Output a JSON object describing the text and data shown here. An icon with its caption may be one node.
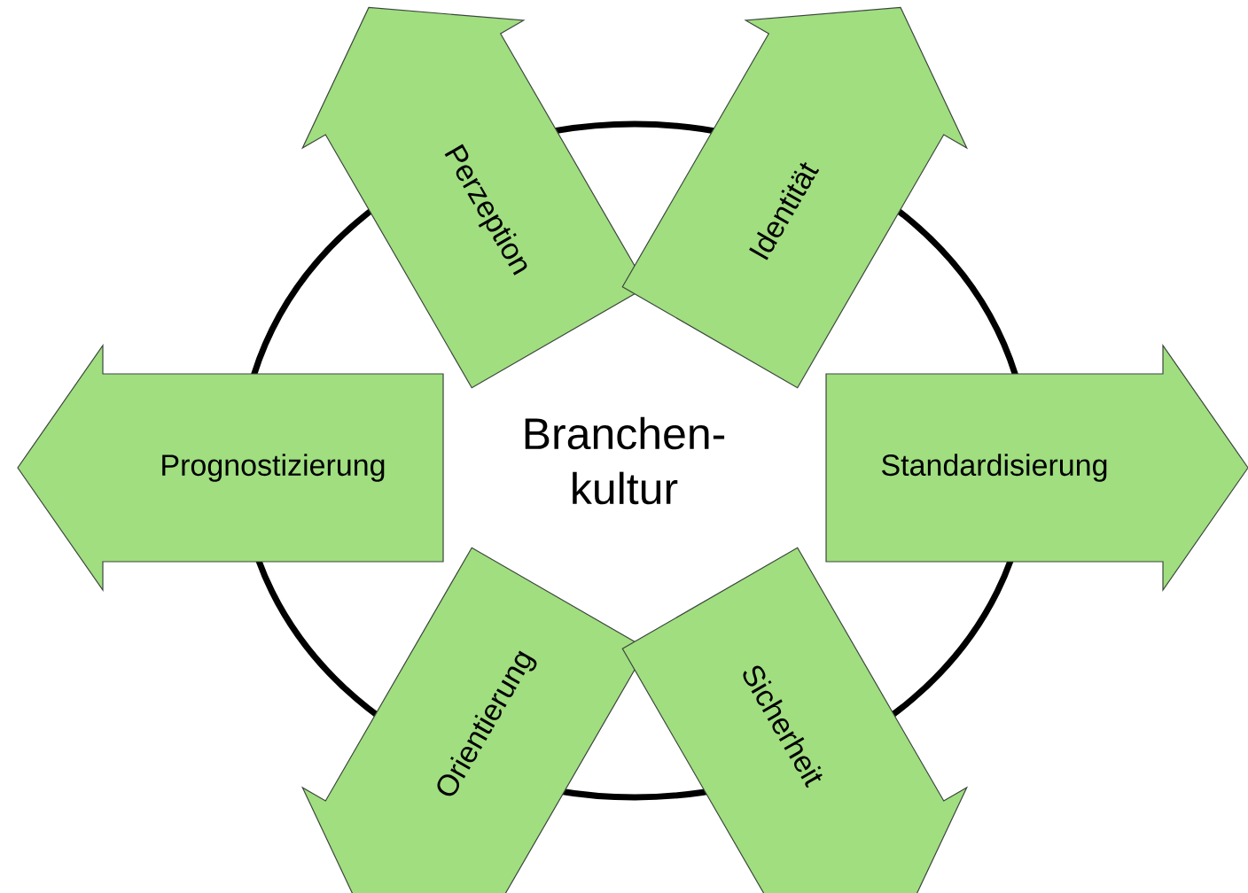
{
  "diagram": {
    "nodes": [
      {
        "text": [
          "Perzeption"
        ]
      },
      {
        "text": [
          "Identität"
        ]
      },
      {
        "text": [
          "Prognostizierung"
        ]
      },
      {
        "text": [
          "Branchen- kultur"
        ]
      },
      {
        "text": [
          "Standardisierung"
        ]
      },
      {
        "text": [
          "Orientierung"
        ]
      },
      {
        "text": [
          "Sicherheit"
        ]
      }
    ]
  }
}
